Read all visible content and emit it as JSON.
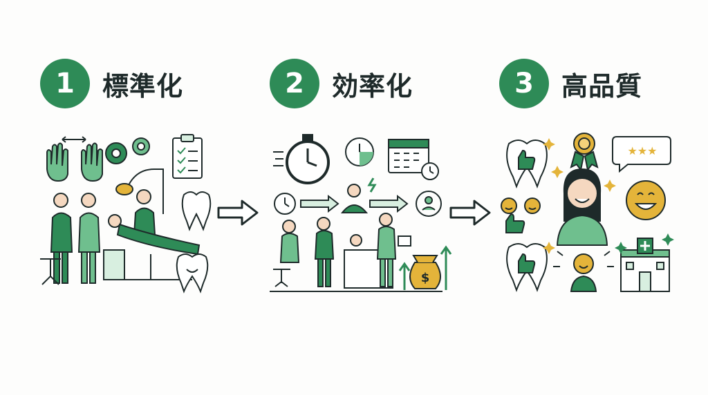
{
  "steps": [
    {
      "number": "1",
      "title": "標準化"
    },
    {
      "number": "2",
      "title": "効率化"
    },
    {
      "number": "3",
      "title": "高品質"
    }
  ],
  "colors": {
    "accent": "#2e8b57",
    "light_green": "#6fbf8e",
    "pale_green": "#d8efe0",
    "gold": "#e4b43a",
    "ink": "#1e2a2a"
  },
  "icons": {
    "step1": [
      "hands-icon",
      "gears-icon",
      "checklist-icon",
      "dental-team-icon",
      "tooth-icon",
      "smiling-tooth-icon"
    ],
    "step2": [
      "stopwatch-icon",
      "clock-refresh-icon",
      "calendar-icon",
      "clock-icon",
      "workflow-arrow-icon",
      "staff-icon",
      "reception-desk-icon",
      "money-bag-icon",
      "growth-arrows-icon"
    ],
    "step3": [
      "tooth-thumbs-up-icon",
      "award-medal-icon",
      "star-rating-bubble-icon",
      "happy-patient-icon",
      "smiley-face-icon",
      "clinic-building-icon"
    ]
  }
}
